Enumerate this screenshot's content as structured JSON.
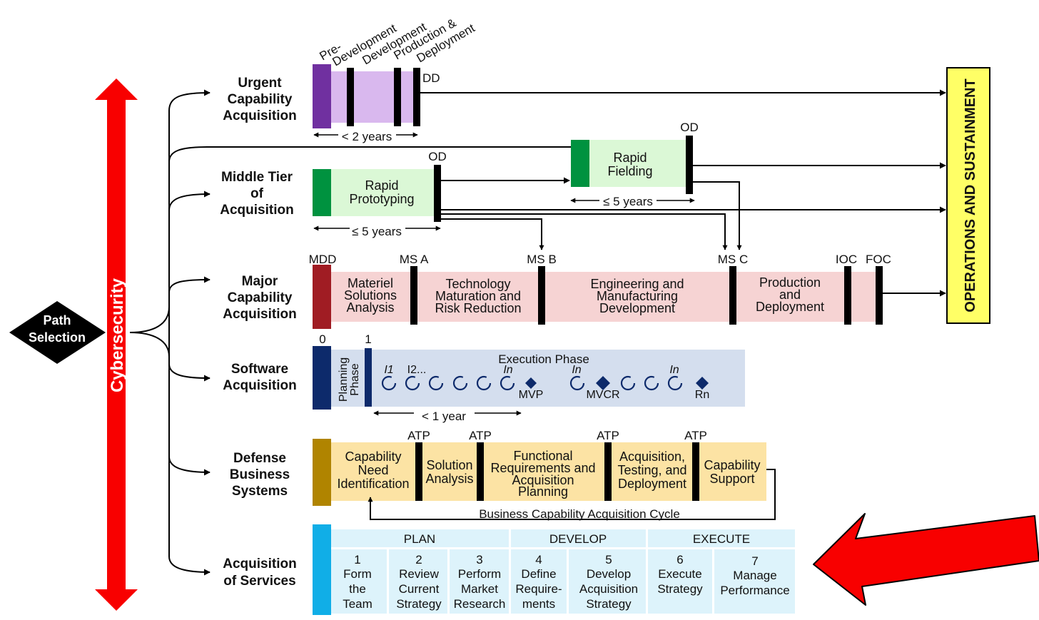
{
  "path_selection": "Path Selection",
  "cybersecurity": "Cybersecurity",
  "operations_sustainment": "OPERATIONS AND SUSTAINMENT",
  "pathways": {
    "urgent": [
      "Urgent",
      "Capability",
      "Acquisition"
    ],
    "middle_tier": [
      "Middle Tier",
      "of",
      "Acquisition"
    ],
    "major": [
      "Major",
      "Capability",
      "Acquisition"
    ],
    "software": [
      "Software",
      "Acquisition"
    ],
    "dbs": [
      "Defense",
      "Business",
      "Systems"
    ],
    "services": [
      "Acquisition",
      "of Services"
    ]
  },
  "uca": {
    "phase_labels": [
      "Pre-",
      "Development",
      "Development",
      "Production &",
      "Deployment"
    ],
    "dd": "DD",
    "duration": "< 2 years"
  },
  "mta": {
    "rapid_prototyping": [
      "Rapid",
      "Prototyping"
    ],
    "rapid_fielding": [
      "Rapid",
      "Fielding"
    ],
    "od": "OD",
    "duration": "≤ 5 years"
  },
  "mca": {
    "milestones": [
      "MDD",
      "MS A",
      "MS B",
      "MS C",
      "IOC",
      "FOC"
    ],
    "phases": {
      "msa": [
        "Materiel",
        "Solutions",
        "Analysis"
      ],
      "tmrr": [
        "Technology",
        "Maturation and",
        "Risk Reduction"
      ],
      "emd": [
        "Engineering and",
        "Manufacturing",
        "Development"
      ],
      "pd": [
        "Production",
        "and",
        "Deployment"
      ]
    }
  },
  "sw": {
    "marker0": "0",
    "marker1": "1",
    "planning": [
      "Planning",
      "Phase"
    ],
    "execution": "Execution Phase",
    "iter_labels": [
      "I1",
      "I2...",
      "In",
      "In",
      "In"
    ],
    "mvp": "MVP",
    "mvcr": "MVCR",
    "rn": "Rn",
    "duration": "< 1 year"
  },
  "dbs": {
    "atp": "ATP",
    "phases": {
      "cni": [
        "Capability",
        "Need",
        "Identification"
      ],
      "sa": [
        "Solution",
        "Analysis"
      ],
      "frap": [
        "Functional",
        "Requirements and",
        "Acquisition",
        "Planning"
      ],
      "atd": [
        "Acquisition,",
        "Testing, and",
        "Deployment"
      ],
      "cs": [
        "Capability",
        "Support"
      ]
    },
    "cycle": "Business Capability Acquisition Cycle"
  },
  "services": {
    "groups": [
      "PLAN",
      "DEVELOP",
      "EXECUTE"
    ],
    "steps": [
      [
        "1",
        "Form",
        "the",
        "Team"
      ],
      [
        "2",
        "Review",
        "Current",
        "Strategy"
      ],
      [
        "3",
        "Perform",
        "Market",
        "Research"
      ],
      [
        "4",
        "Define",
        "Require-",
        "ments"
      ],
      [
        "5",
        "Develop",
        "Acquisition",
        "Strategy"
      ],
      [
        "6",
        "Execute",
        "Strategy"
      ],
      [
        "7",
        "Manage",
        "Performance"
      ]
    ]
  },
  "colors": {
    "cyber_red": "#f80000",
    "uca_purple": "#7030a0",
    "uca_fill": "#d9b8ee",
    "mta_green": "#00923f",
    "mta_fill": "#dbf8d6",
    "mca_red": "#a01c23",
    "mca_fill": "#f6d3d3",
    "sw_navy": "#0d2a6b",
    "sw_fill": "#d4deee",
    "dbs_gold": "#b08400",
    "dbs_fill": "#fce3a4",
    "svc_blue": "#10aee7",
    "svc_fill": "#ddf3fb",
    "ops_yellow": "#ffff66"
  }
}
